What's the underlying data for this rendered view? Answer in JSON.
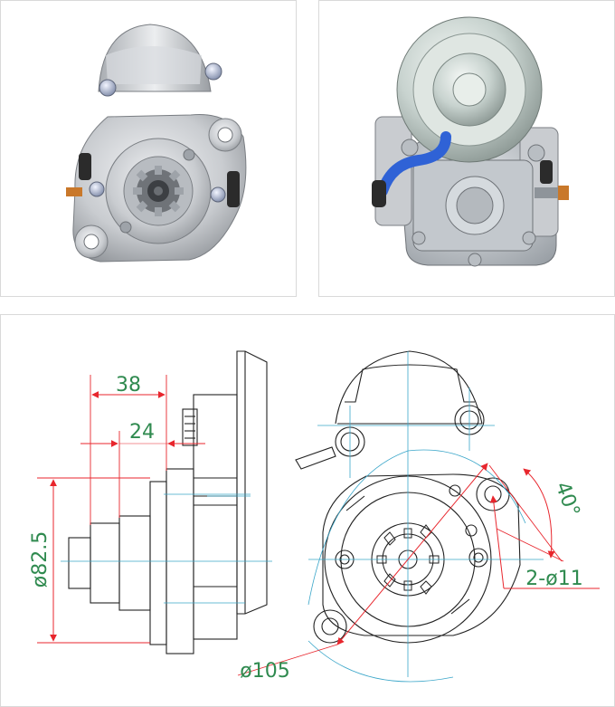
{
  "photos": {
    "front": {
      "subject": "starter-motor-front-view"
    },
    "rear": {
      "subject": "starter-motor-rear-view"
    }
  },
  "drawing": {
    "dimensions": {
      "length_38": "38",
      "length_24": "24",
      "diameter_82_5": "ø82.5",
      "angle_40": "40°",
      "holes_2_11": "2-ø11",
      "diameter_105": "ø105"
    }
  },
  "colors": {
    "dimension_red": "#e8262d",
    "dimension_text_green": "#2f8a4f",
    "centerline_blue": "#3aa6c9",
    "outline_black": "#222222",
    "starter_blue_cap": "#2f62d6",
    "aluminium": "#c9ccd0"
  }
}
